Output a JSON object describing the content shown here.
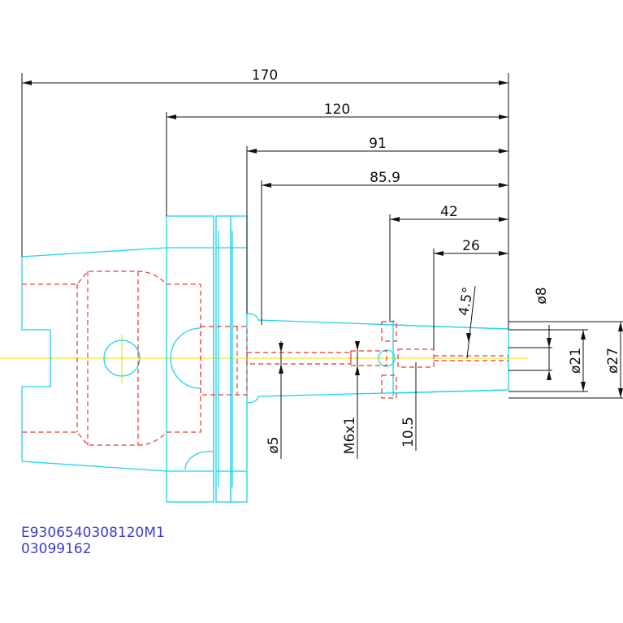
{
  "drawing": {
    "dimensions": {
      "d170": "170",
      "d120": "120",
      "d91": "91",
      "d85_9": "85.9",
      "d42": "42",
      "d26": "26",
      "angle": "4.5°",
      "dia8": "ø8",
      "dia21": "ø21",
      "dia27": "ø27",
      "dia5": "ø5",
      "thread": "M6x1",
      "d10_5": "10.5"
    },
    "part_number": "E9306540308120M1",
    "order_code": "03099162"
  },
  "colors": {
    "outline": "#22d3e6",
    "hidden": "#e53935",
    "centerline": "#e8e000",
    "dimension": "#111111",
    "code_text": "#3b3bd4"
  }
}
